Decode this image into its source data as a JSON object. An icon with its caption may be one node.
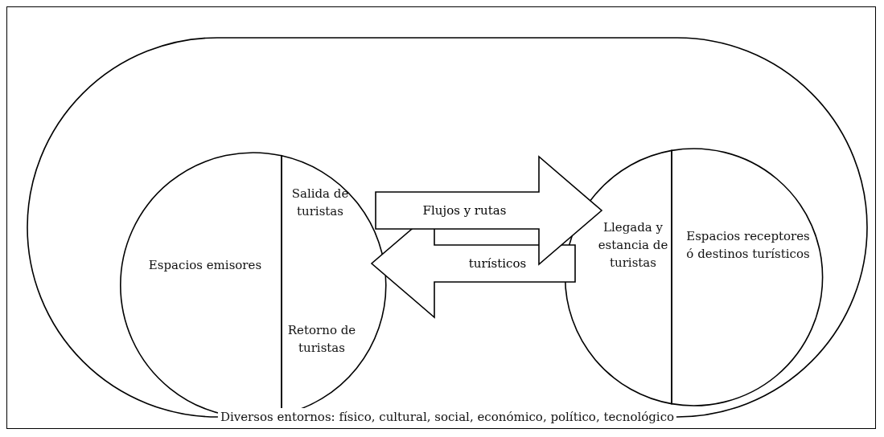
{
  "diagram": {
    "nodes": [
      {
        "text": [
          "Diversos entornos: físico, cultural, social, económico, político, tecnológico"
        ]
      },
      {
        "text": [
          "Espacios emisores"
        ],
        "in": 0
      },
      {
        "text": [
          "Salida de turistas",
          "Retorno de turistas"
        ],
        "in": 0
      },
      {
        "text": [
          "Llegada y estancia de turistas"
        ],
        "in": 0
      },
      {
        "text": [
          "Espacios receptores ó destinos turísticos"
        ],
        "in": 0
      }
    ],
    "edges": [
      {
        "from": 2,
        "to": 3,
        "arrow": "to",
        "label": "Flujos y rutas"
      },
      {
        "from": 3,
        "to": 2,
        "arrow": "to",
        "label": "turísticos"
      }
    ]
  }
}
